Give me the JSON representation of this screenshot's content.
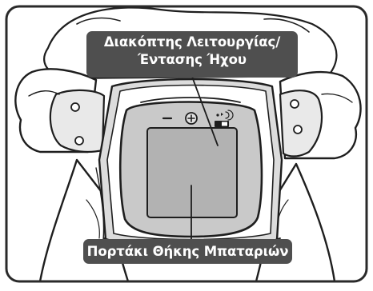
{
  "labels": {
    "mode_volume_switch_line1": "Διακόπτης Λειτουργίας/",
    "mode_volume_switch_line2": "Έντασης Ήχου",
    "battery_compartment_door": "Πορτάκι Θήκης Μπαταριών"
  },
  "colors": {
    "frame": "#2a2a2a",
    "callout_bg": "#4f4f4f",
    "callout_text": "#ffffff",
    "device_fill": "#c9c9c9",
    "device_face": "#b2b2b2",
    "line_art": "#1e1e1e"
  },
  "icons": [
    "mode-volume-switch-icon",
    "screw-icon"
  ]
}
